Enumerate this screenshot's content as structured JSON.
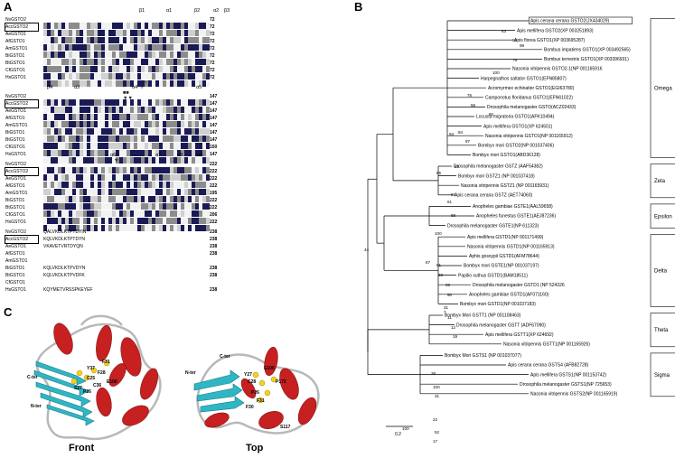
{
  "panels": {
    "a": "A",
    "b": "B",
    "c": "C"
  },
  "alignment": {
    "species": [
      "NvGSTO2",
      "AccGSTO2",
      "AeGSTO1",
      "AfGSTO1",
      "AmGSTO1",
      "BiGSTO1",
      "BtGSTO1",
      "CfGSTO1",
      "HsGSTO1"
    ],
    "boxed": [
      "AccGSTO2"
    ],
    "blocks": [
      {
        "numbers": [
          "72",
          "72",
          "72",
          "72",
          "72",
          "72",
          "72",
          "72",
          "72"
        ],
        "ss": [
          "β1",
          "α1",
          "β2",
          "α2",
          "β3"
        ],
        "marker": "*** *"
      },
      {
        "numbers": [
          "147",
          "147",
          "147",
          "147",
          "147",
          "147",
          "147",
          "150",
          "147"
        ],
        "ss": [
          "β4",
          "α3",
          "α4",
          "α5"
        ],
        "marker": "■■ ▼▼ ▼"
      },
      {
        "numbers": [
          "222",
          "222",
          "222",
          "222",
          "195",
          "222",
          "222",
          "206",
          "222"
        ],
        "ss": [
          "α6",
          "α7",
          "α8",
          "α9"
        ],
        "marker": "▼"
      },
      {
        "numbers": [
          "238",
          "238",
          "238",
          "238",
          "",
          "238",
          "238",
          "",
          "238"
        ],
        "visible": [
          "QALVKDLKTPTDYIN",
          "KQLVKDLKTPTDYN",
          "VKAVETVRTDYQN",
          "",
          "",
          "KQLVKDLKTPVDYN",
          "KQLVKDLKTPVDFK",
          "",
          "KQYMETVRSSPKEYEF"
        ]
      }
    ]
  },
  "tree": {
    "scale": "0.2",
    "taxa": [
      "Apis cerana cerana GSTO2(JX434029)",
      "Apis mellifera GSTO2(XP 003251893)",
      "Apis florea GSTO1(XP 003695287)",
      "Bombus impatiens GSTO1(XP 003492565)",
      "Bombus terrestris GSTO1(XP 003396931)",
      "Nasonia vitripennis GSTO2-1(NP 001165916",
      "Harpegnathos saltator GSTO1(EFN85807)",
      "Acromyrmex echinatior GSTO1(EGI63780)",
      "Camponotus floridanus GSTO1(EFN61022)",
      "Drosophila melanogaster GSTO(ACZ02433)",
      "Locusta migratoria GSTO1(AFK10494)",
      "Apis mellifera GSTO1(XP 624501)",
      "Nasonia vitripennis GSTO1(NP 001165912)",
      "Bombyx mori GSTO2(NP 001037406)",
      "Bombyx mori GSTO1(ABD36128)",
      "Drosophila melanogaster GSTZ (AAF54382)",
      "Bombyx mori GSTZ1 (NP 001037418)",
      "Nasonia vitripennis GSTZ1 (NP 001165931)",
      "Apis cerana cerana GSTZ (AET74060)",
      "Anopheles gambiae GSTE1(AAL59658)",
      "Anopheles funestus GSTE1(AEJ87236)",
      "Drosophila melanogaster GSTE1(NP 611323)",
      "Apis mellifera GSTD1(NP 001171499)",
      "Nasonia vitripennis GSTD1(NP 001165913)",
      "Aphis gossypii GSTD1(AFM78644)",
      "Bombyx mori GSTE1(NP 001037197)",
      "Papilio xuthus GSTD1(BAM18511)",
      "Drosophila melanogaster GSTD1 (NP 524326",
      "Anopheles gambiae GSTD1(AF071160)",
      "Bombyx mori GSTD1(NP 001037183)",
      "Bombyx Mori GSTT1 (NP 001108463)",
      "Drosophila melanogaster GSTT (ADF67090)",
      "Apis mellifera GSTT1(XP 624692)",
      "Nasonia vitripennis GSTT1(NP 001165926)",
      "Bombyx Mori GSTS1 (NP 001037077)",
      "Apis cerana cerana GSTS4 (AFB82728)",
      "Apis mellifera GSTS1(NP 001153742)",
      "Drosophila melanogaster GSTS1(NP 725653)",
      "Nasonia vitripennis GSTS2(NP 001165919)"
    ],
    "boxed_taxon": "Apis cerana cerana GSTO2(JX434029)",
    "bootstrap": [
      "63",
      "82",
      "99",
      "79",
      "100",
      "76",
      "56",
      "92",
      "94",
      "84",
      "97",
      "63",
      "95",
      "65",
      "61",
      "88",
      "44",
      "100",
      "67",
      "61",
      "33",
      "56",
      "50",
      "31",
      "11",
      "12",
      "19",
      "7",
      "38",
      "100",
      "31",
      "100",
      "22",
      "52",
      "17"
    ],
    "classes": [
      "Omega",
      "Zeta",
      "Epsilon",
      "Delta",
      "Theta",
      "Sigma"
    ]
  },
  "structure": {
    "views": [
      "Front",
      "Top"
    ],
    "front_labels": [
      "C-ter",
      "N-ter",
      "F31",
      "F28",
      "E100",
      "S27",
      "P26",
      "Y37",
      "C25",
      "C36"
    ],
    "top_labels": [
      "N-ter",
      "C-ter",
      "Y27",
      "C28",
      "E100",
      "P172",
      "P26",
      "F31",
      "F30",
      "S117"
    ]
  }
}
